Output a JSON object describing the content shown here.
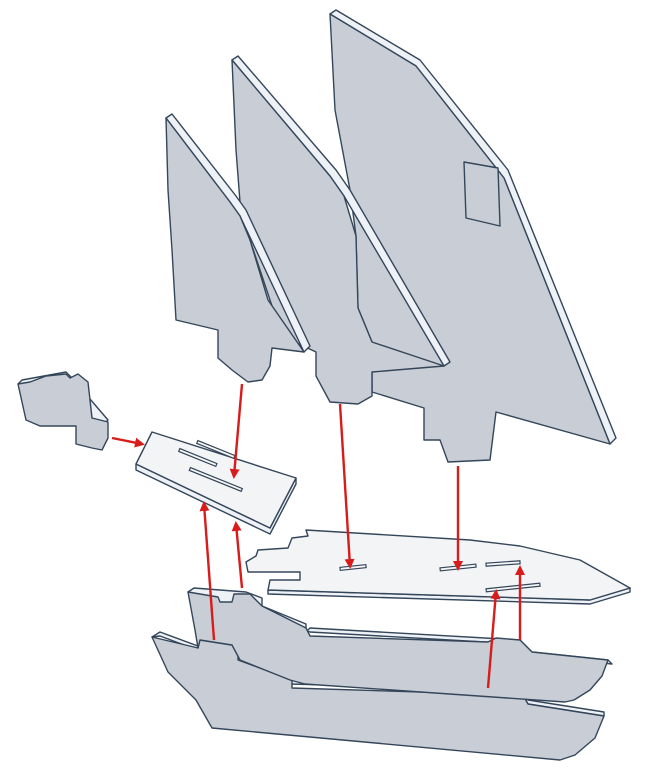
{
  "diagram": {
    "parts": [
      "flag",
      "small-deck",
      "main-deck",
      "sail-rear",
      "sail-middle",
      "sail-front",
      "hull-upper",
      "hull-lower"
    ],
    "colors": {
      "part_fill": "#c9ced6",
      "part_edge": "#eef1f5",
      "outline": "#34465a",
      "arrow": "#d81b1b"
    },
    "arrow_count": 8
  }
}
